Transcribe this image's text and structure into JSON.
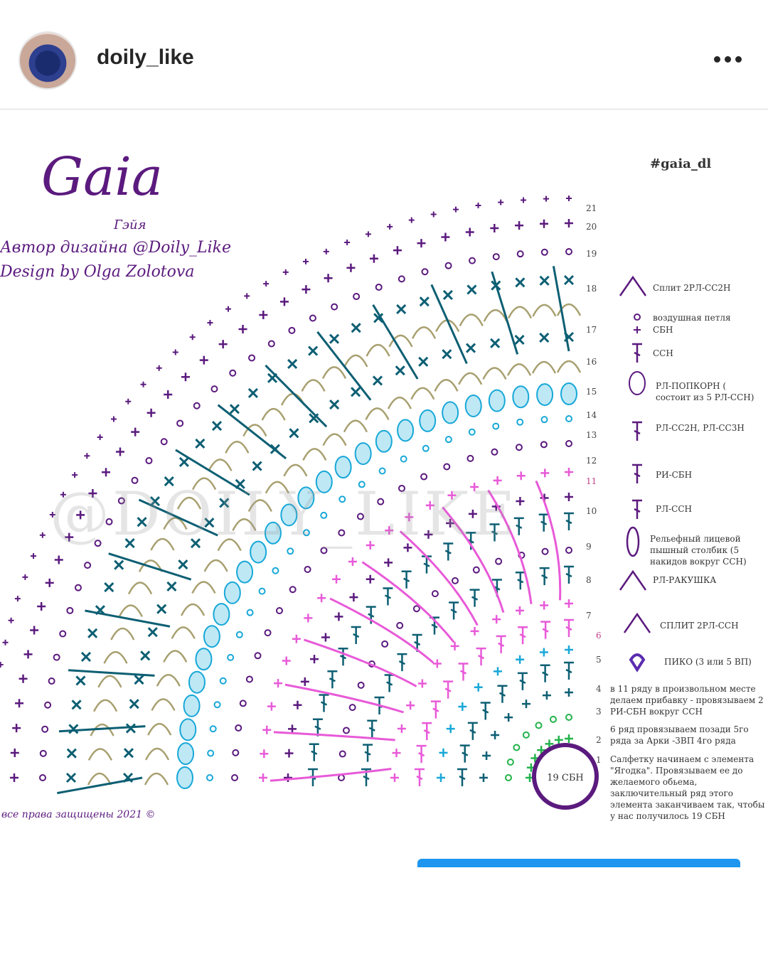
{
  "header": {
    "username": "doily_like",
    "more_icon": "more-horizontal-icon"
  },
  "chart": {
    "title": "Gaia",
    "subtitle": "Гэйя",
    "author_ru": "Автор дизайна @Doily_Like",
    "author_en": "Design by Olga Zolotova",
    "hashtag": "#gaia_dl",
    "watermark": "@DOILY_LIKE",
    "copyright": "все права защищены 2021 ©",
    "center_label": "19 СБН",
    "row_numbers": [
      "21",
      "20",
      "19",
      "18",
      "17",
      "16",
      "15",
      "14",
      "13",
      "12",
      "11",
      "10",
      "9",
      "8",
      "7",
      "6",
      "5",
      "4",
      "3",
      "2",
      "1"
    ],
    "legend": [
      {
        "text": "Сплит 2РЛ-СС2Н"
      },
      {
        "text": "воздушная петля"
      },
      {
        "text": "СБН"
      },
      {
        "text": "ССН"
      },
      {
        "text": "РЛ-ПОПКОРН ( состоит из 5 РЛ-ССН)"
      },
      {
        "text": "РЛ-СС2Н, РЛ-СС3Н"
      },
      {
        "text": "РИ-СБН"
      },
      {
        "text": "РЛ-ССН"
      },
      {
        "text": "Рельефный лицевой пышный столбик (5 накидов вокруг ССН)"
      },
      {
        "text": "РЛ-РАКУШКА"
      },
      {
        "text": "СПЛИТ 2РЛ-ССН"
      },
      {
        "text": "ПИКО (3 или 5 ВП)"
      }
    ],
    "notes": [
      "в 11 ряду в произвольном месте делаем прибавку - провязываем 2 РИ-СБН вокруг ССН",
      "6 ряд провязываем позади 5го ряда за Арки -3ВП 4го ряда",
      "Салфетку начинаем с элемента \"Ягодка\". Провязываем ее до желаемого обьема, заключительный ряд этого элемента  заканчиваем так, чтобы у нас получилось 19 СБН"
    ]
  },
  "colors": {
    "purple": "#5b1a7e",
    "teal": "#0d5f73",
    "pink": "#e85ad8",
    "cyan": "#18a8d8",
    "olive": "#a8a070",
    "green": "#22b34a",
    "blue_bar": "#1e96f0"
  }
}
